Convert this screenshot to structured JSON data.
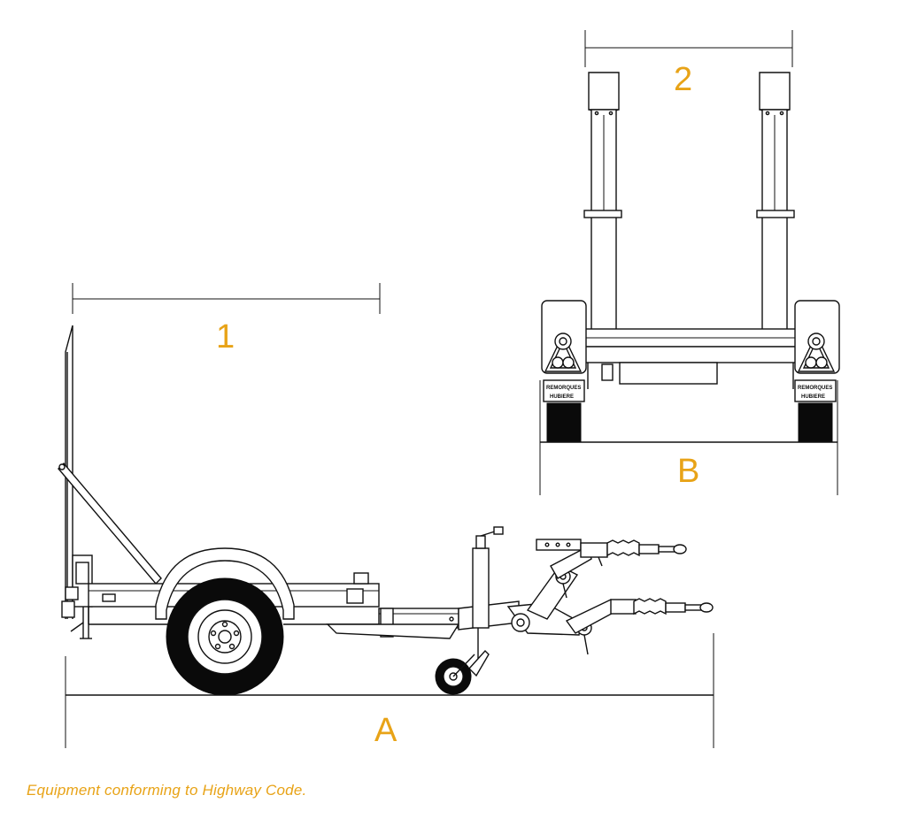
{
  "labels": {
    "height_side": "1",
    "height_rear": "2",
    "length": "A",
    "width": "B"
  },
  "caption": "Equipment conforming to Highway Code.",
  "plate": {
    "line1": "REMORQUES",
    "line2": "HUBIERE"
  },
  "colors": {
    "accent": "#E8A317",
    "line": "#111111"
  }
}
